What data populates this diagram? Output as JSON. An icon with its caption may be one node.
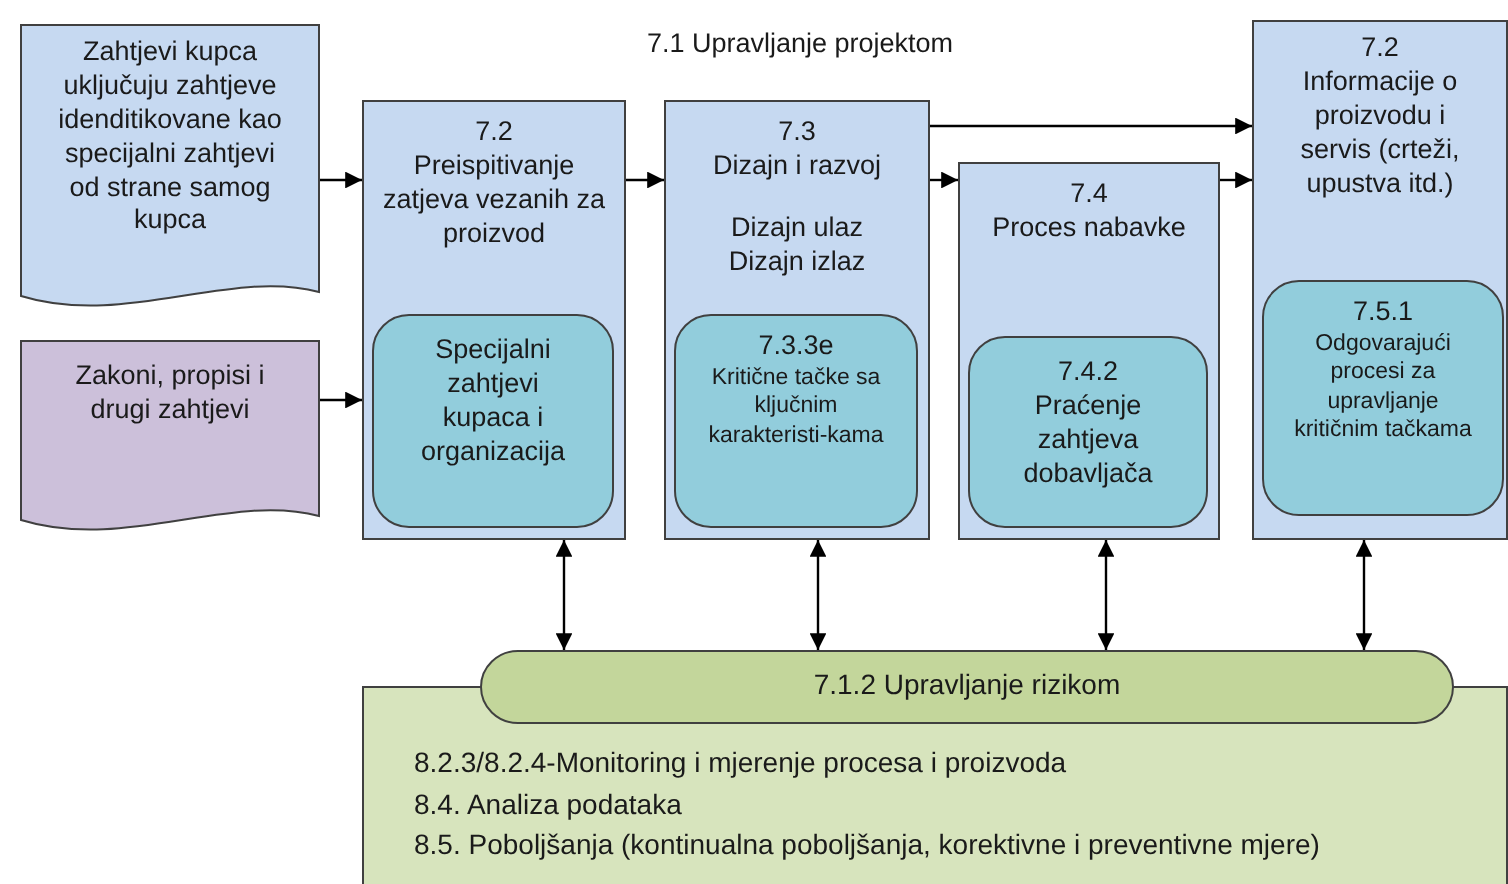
{
  "diagram": {
    "title": "7.1 Upravljanje projektom",
    "nodes": [
      {
        "text": [
          "Zahtjevi kupca uključuju zahtjeve idenditikovane kao specijalni zahtjevi od strane samog kupca"
        ]
      },
      {
        "text": [
          "Zakoni, propisi i drugi zahtjevi"
        ]
      },
      {
        "text": [
          "7.2",
          "Preispitivanje zatjeva vezanih za proizvod"
        ]
      },
      {
        "text": [
          "Specijalni zahtjevi kupaca i organizacija"
        ],
        "in": 2
      },
      {
        "text": [
          "7.3",
          "Dizajn i razvoj",
          "Dizajn ulaz",
          "Dizajn izlaz"
        ]
      },
      {
        "text": [
          "7.3.3e",
          "Kritične tačke sa ključnim karakteristi-kama"
        ],
        "in": 4
      },
      {
        "text": [
          "7.4",
          "Proces nabavke"
        ]
      },
      {
        "text": [
          "7.4.2",
          "Praćenje zahtjeva dobavljača"
        ],
        "in": 6
      },
      {
        "text": [
          "7.2",
          "Informacije o proizvodu i servis (crteži, upustva itd.)"
        ]
      },
      {
        "text": [
          "7.5.1",
          "Odgovarajući procesi za upravljanje kritičnim tačkama"
        ],
        "in": 8
      },
      {
        "text": [
          "7.1.2 Upravljanje rizikom"
        ]
      },
      {
        "text": [
          "8.2.3/8.2.4-Monitoring i mjerenje procesa i proizvoda",
          "8.4. Analiza podataka",
          "8.5. Poboljšanja (kontinualna poboljšanja, korektivne i preventivne mjere)"
        ]
      }
    ],
    "edges": [
      {
        "from": 0,
        "to": 2,
        "arrow": "to"
      },
      {
        "from": 1,
        "to": 2,
        "arrow": "to"
      },
      {
        "from": 2,
        "to": 4,
        "arrow": "to"
      },
      {
        "from": 4,
        "to": 8,
        "arrow": "to"
      },
      {
        "from": 4,
        "to": 6,
        "arrow": "to"
      },
      {
        "from": 6,
        "to": 8,
        "arrow": "to"
      },
      {
        "from": 2,
        "to": 10,
        "arrow": "both"
      },
      {
        "from": 4,
        "to": 10,
        "arrow": "both"
      },
      {
        "from": 6,
        "to": 10,
        "arrow": "both"
      },
      {
        "from": 8,
        "to": 10,
        "arrow": "both"
      }
    ]
  }
}
